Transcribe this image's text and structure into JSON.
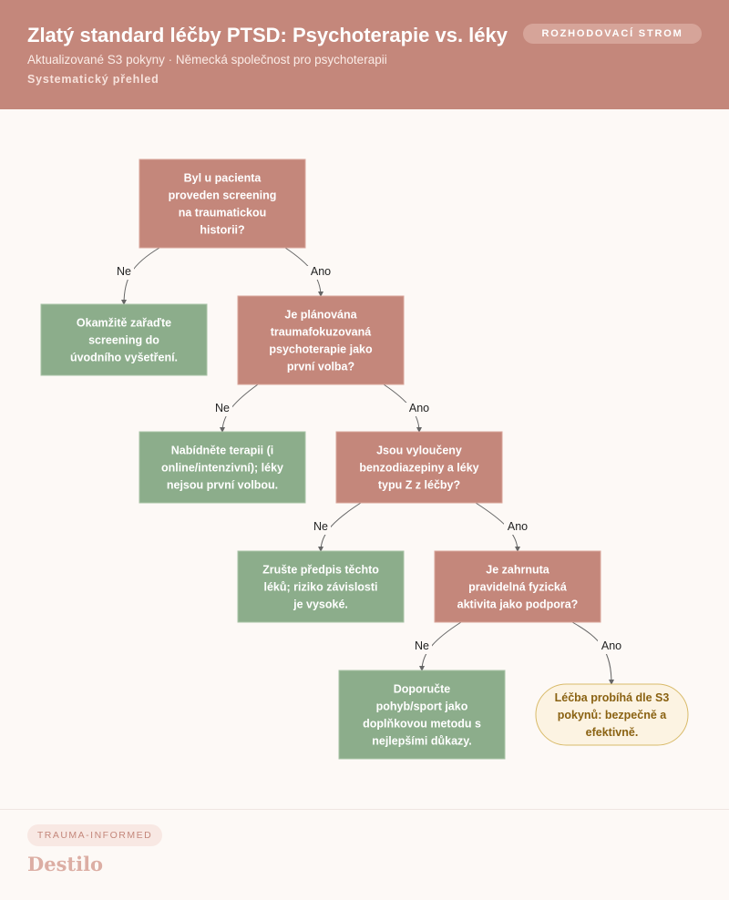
{
  "header": {
    "title": "Zlatý standard léčby PTSD: Psychoterapie vs. léky",
    "subtitle": "Aktualizované S3 pokyny · Německá společnost pro psychoterapii",
    "kicker": "Systematický přehled",
    "badge": "ROZHODOVACÍ STROM"
  },
  "colors": {
    "header": "#c4877b",
    "decision": "#c4877b",
    "action": "#8cad8b",
    "outcome_fill": "#fcf3e2",
    "outcome_border": "#d9bb6a",
    "outcome_text": "#8a6212",
    "edge": "#666666"
  },
  "diagram": {
    "nodes": [
      {
        "id": "q1",
        "kind": "decision",
        "lines": [
          "Byl u pacienta",
          "proveden screening",
          "na traumatickou",
          "historii?"
        ]
      },
      {
        "id": "a1",
        "kind": "action",
        "lines": [
          "Okamžitě zařaďte",
          "screening do",
          "úvodního vyšetření."
        ]
      },
      {
        "id": "q2",
        "kind": "decision",
        "lines": [
          "Je plánována",
          "traumafokuzovaná",
          "psychoterapie jako",
          "první volba?"
        ]
      },
      {
        "id": "a2",
        "kind": "action",
        "lines": [
          "Nabídněte terapii (i",
          "online/intenzivní); léky",
          "nejsou první volbou."
        ]
      },
      {
        "id": "q3",
        "kind": "decision",
        "lines": [
          "Jsou vyloučeny",
          "benzodiazepiny a léky",
          "typu Z z léčby?"
        ]
      },
      {
        "id": "a3",
        "kind": "action",
        "lines": [
          "Zrušte předpis těchto",
          "léků; riziko závislosti",
          "je vysoké."
        ]
      },
      {
        "id": "q4",
        "kind": "decision",
        "lines": [
          "Je zahrnuta",
          "pravidelná fyzická",
          "aktivita jako podpora?"
        ]
      },
      {
        "id": "a4",
        "kind": "action",
        "lines": [
          "Doporučte",
          "pohyb/sport jako",
          "doplňkovou metodu s",
          "nejlepšími důkazy."
        ]
      },
      {
        "id": "end",
        "kind": "outcome",
        "lines": [
          "Léčba probíhá dle S3",
          "pokynů: bezpečně a",
          "efektivně."
        ]
      }
    ],
    "edges": [
      {
        "from": "q1",
        "to": "a1",
        "label": "Ne"
      },
      {
        "from": "q1",
        "to": "q2",
        "label": "Ano"
      },
      {
        "from": "q2",
        "to": "a2",
        "label": "Ne"
      },
      {
        "from": "q2",
        "to": "q3",
        "label": "Ano"
      },
      {
        "from": "q3",
        "to": "a3",
        "label": "Ne"
      },
      {
        "from": "q3",
        "to": "q4",
        "label": "Ano"
      },
      {
        "from": "q4",
        "to": "a4",
        "label": "Ne"
      },
      {
        "from": "q4",
        "to": "end",
        "label": "Ano"
      }
    ]
  },
  "footer": {
    "tag": "TRAUMA-INFORMED",
    "brand": "Destilo"
  }
}
